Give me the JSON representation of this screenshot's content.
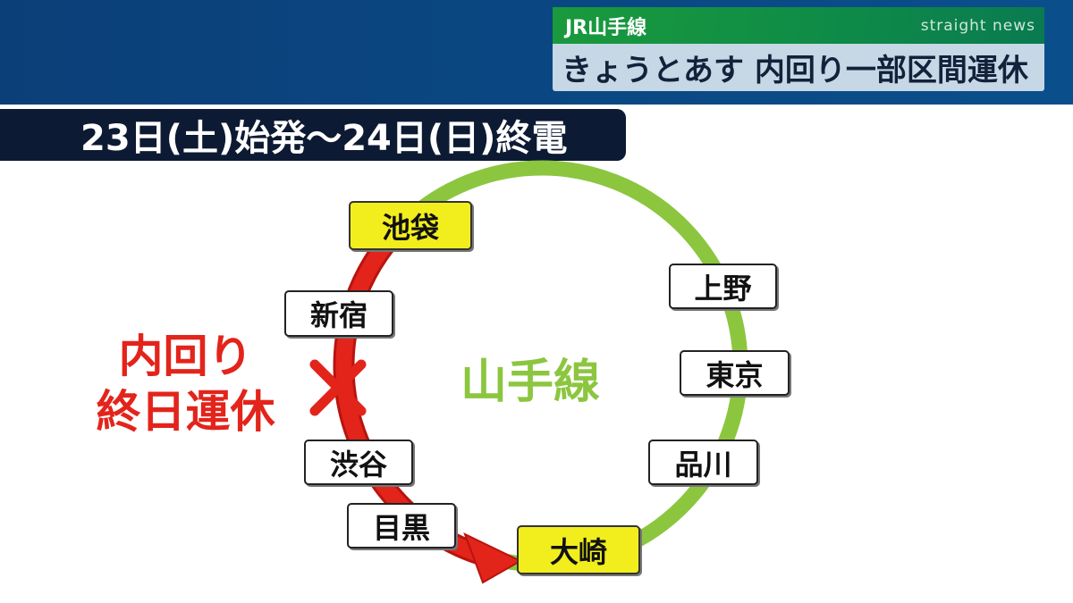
{
  "lower_third": {
    "category": "JR山手線",
    "brand": "straight news",
    "headline": "きょうとあす 内回り一部区間運休"
  },
  "date_banner": "23日(土)始発～24日(日)終電",
  "line_name": "山手線",
  "suspension_label": {
    "line1": "内回り",
    "line2": "終日運休"
  },
  "stations": {
    "ikebukuro": "池袋",
    "shinjuku": "新宿",
    "shibuya": "渋谷",
    "meguro": "目黒",
    "osaki": "大崎",
    "ueno": "上野",
    "tokyo": "東京",
    "shinagawa": "品川"
  },
  "colors": {
    "line": "#8cc63f",
    "suspended": "#e3241b",
    "highlight": "#f2ee1e",
    "header": "#0b4582"
  }
}
